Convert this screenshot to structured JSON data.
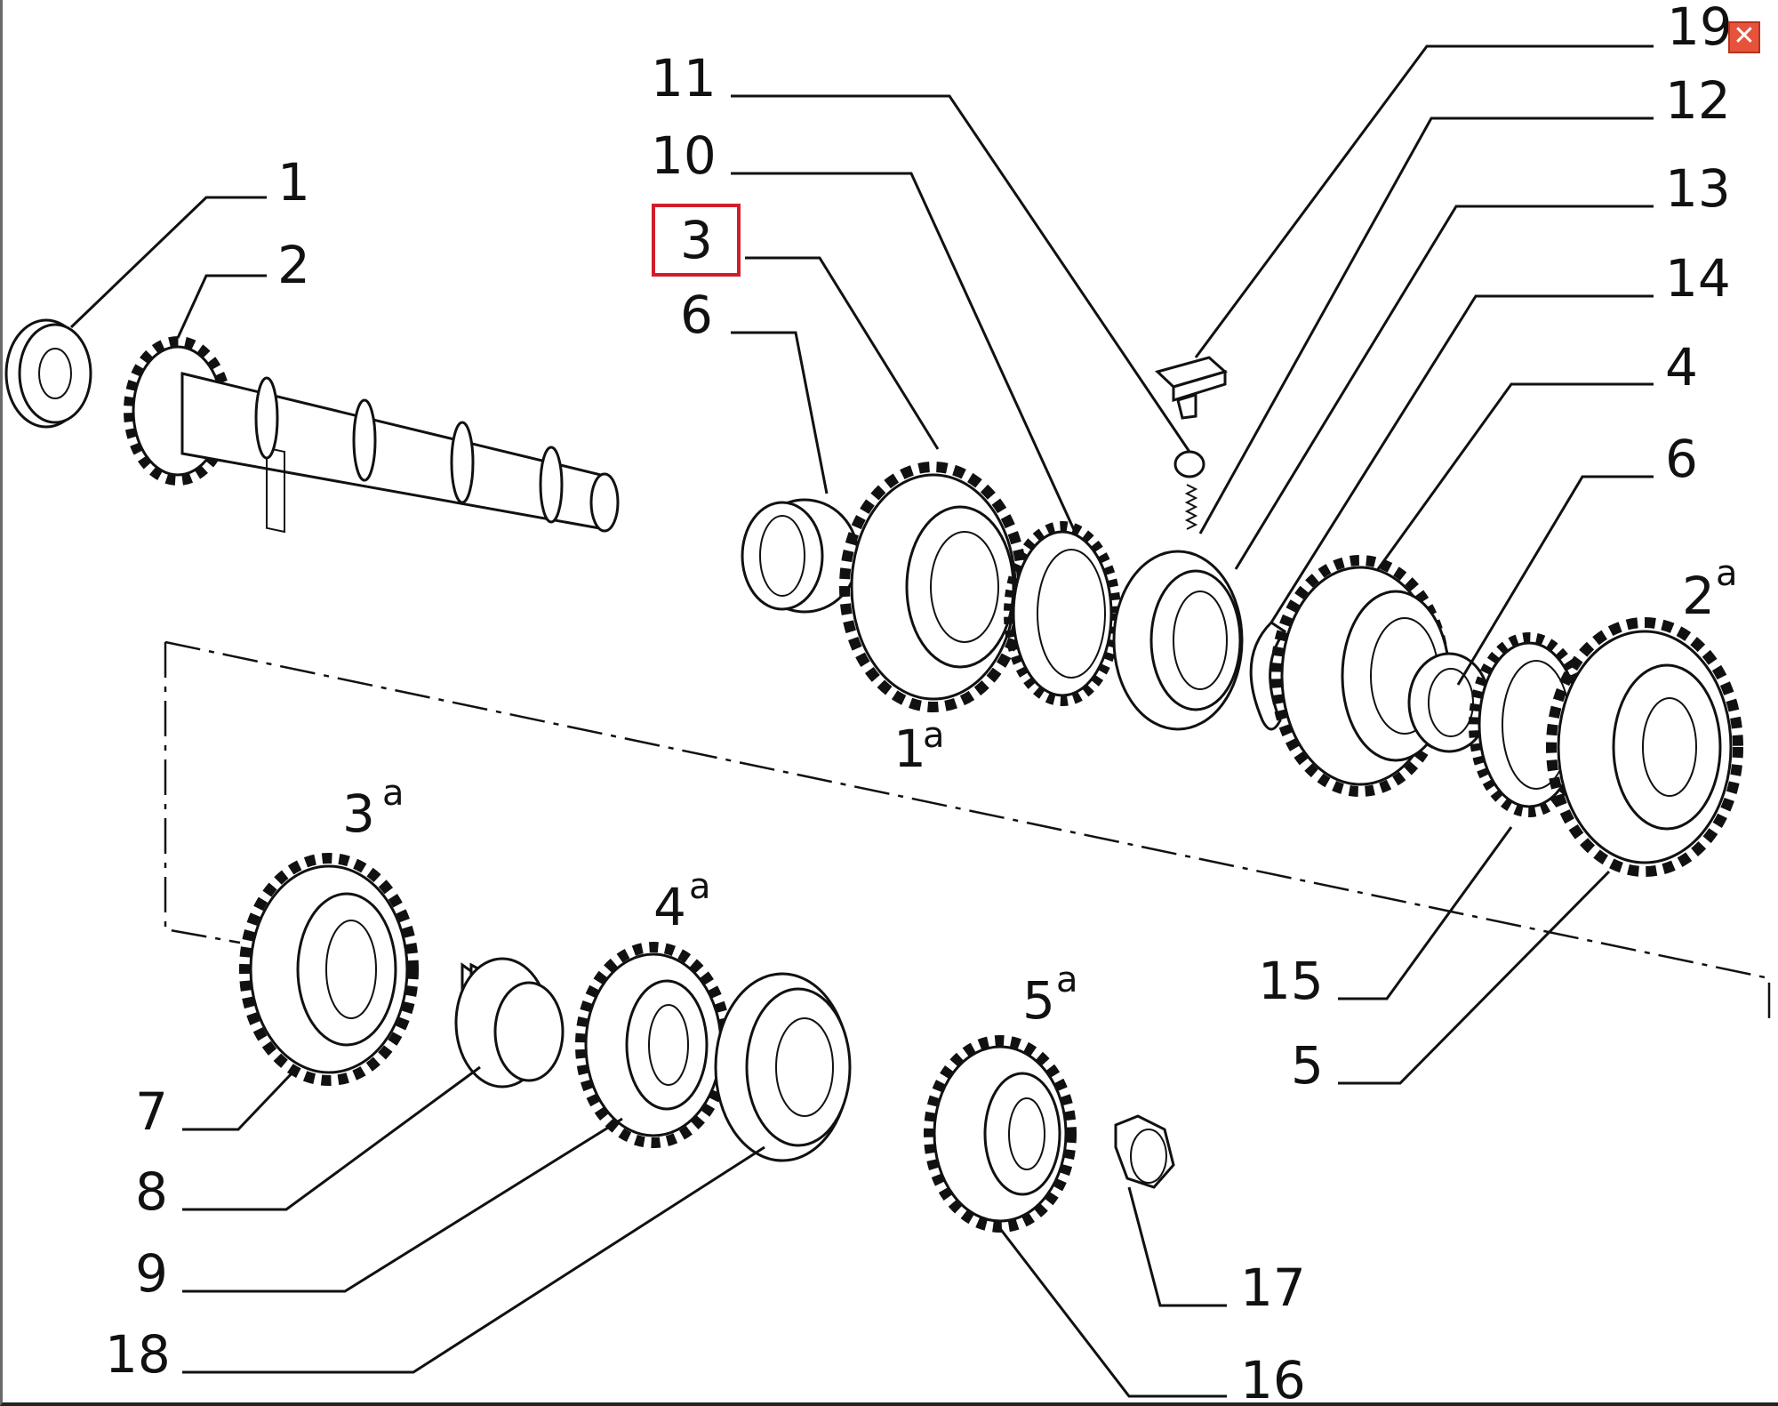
{
  "diagram": {
    "callouts": [
      {
        "id": "c1",
        "text": "1"
      },
      {
        "id": "c2",
        "text": "2"
      },
      {
        "id": "c3",
        "text": "3"
      },
      {
        "id": "c4",
        "text": "4"
      },
      {
        "id": "c5",
        "text": "5"
      },
      {
        "id": "c6a",
        "text": "6"
      },
      {
        "id": "c6b",
        "text": "6"
      },
      {
        "id": "c7",
        "text": "7"
      },
      {
        "id": "c8",
        "text": "8"
      },
      {
        "id": "c9",
        "text": "9"
      },
      {
        "id": "c10",
        "text": "10"
      },
      {
        "id": "c11",
        "text": "11"
      },
      {
        "id": "c12",
        "text": "12"
      },
      {
        "id": "c13",
        "text": "13"
      },
      {
        "id": "c14",
        "text": "14"
      },
      {
        "id": "c15",
        "text": "15"
      },
      {
        "id": "c16",
        "text": "16"
      },
      {
        "id": "c17",
        "text": "17"
      },
      {
        "id": "c18",
        "text": "18"
      },
      {
        "id": "c19",
        "text": "19"
      }
    ],
    "gear_labels": [
      {
        "id": "g1",
        "num": "1",
        "sup": "a"
      },
      {
        "id": "g2",
        "num": "2",
        "sup": "a"
      },
      {
        "id": "g3",
        "num": "3",
        "sup": "a"
      },
      {
        "id": "g4",
        "num": "4",
        "sup": "a"
      },
      {
        "id": "g5",
        "num": "5",
        "sup": "a"
      }
    ],
    "selected_callout": "3"
  },
  "controls": {
    "close_symbol": "✕"
  },
  "colors": {
    "highlight": "#d21e2a",
    "close_button": "#e7533a",
    "ink": "#111111"
  }
}
